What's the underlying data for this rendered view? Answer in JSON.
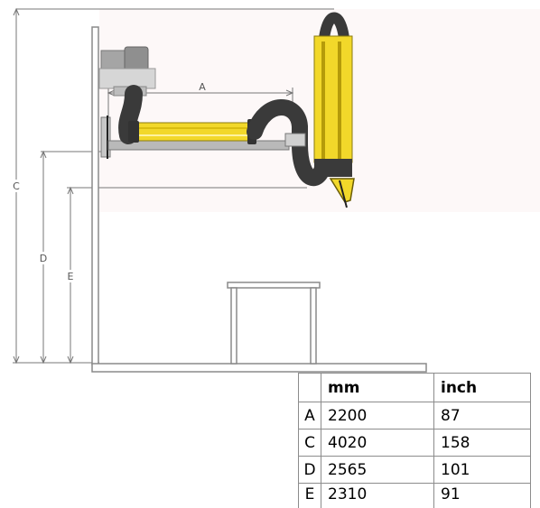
{
  "diagram": {
    "labels": {
      "A": "A",
      "C": "C",
      "D": "D",
      "E": "E"
    },
    "colors": {
      "tube_yellow": "#f2d82a",
      "tube_dark": "#3a3a3a",
      "frame": "#a8a8a8",
      "motor": "#9a9a9a",
      "dim_line": "#777777"
    }
  },
  "table": {
    "headers": [
      "",
      "mm",
      "inch"
    ],
    "rows": [
      [
        "A",
        "2200",
        "87"
      ],
      [
        "C",
        "4020",
        "158"
      ],
      [
        "D",
        "2565",
        "101"
      ],
      [
        "E",
        "2310",
        "91"
      ]
    ]
  }
}
